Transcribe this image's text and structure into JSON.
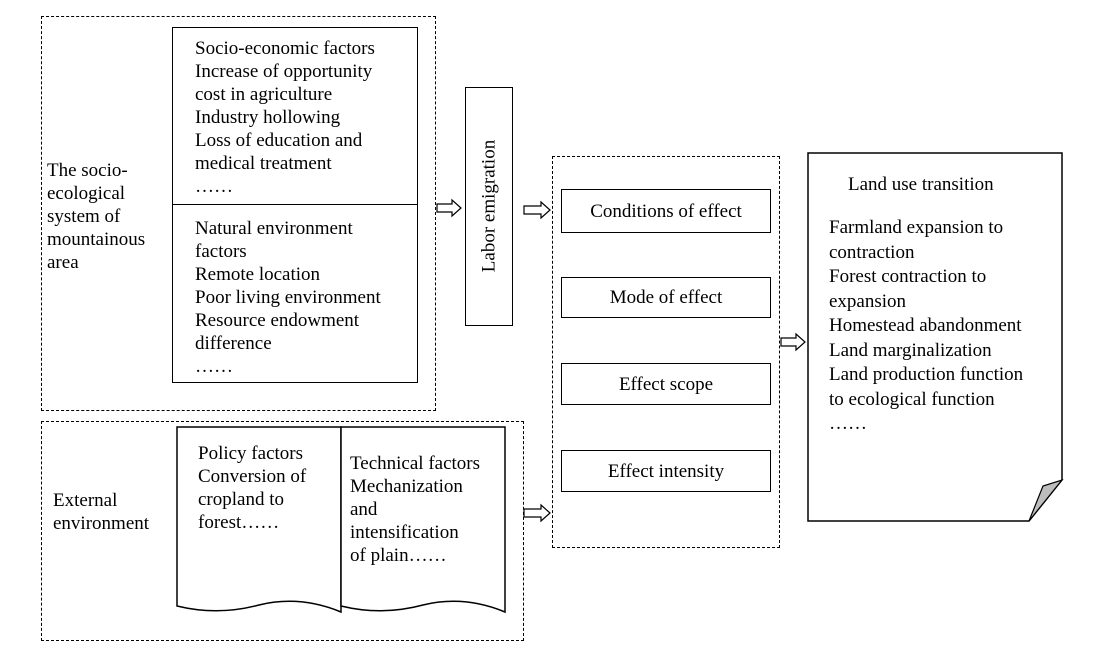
{
  "socio_ecological": {
    "label": [
      "The socio-",
      "ecological",
      "system of",
      "mountainous",
      "area"
    ],
    "socio_economic": [
      "Socio-economic factors",
      "Increase of opportunity",
      "cost in agriculture",
      "Industry hollowing",
      "Loss of education and",
      "medical treatment",
      "……"
    ],
    "natural_environment": [
      "Natural environment",
      "factors",
      "Remote location",
      "Poor living environment",
      "Resource endowment",
      "difference",
      "……"
    ]
  },
  "labor_emigration": "Labor emigration",
  "effects": [
    "Conditions of effect",
    "Mode of effect",
    "Effect scope",
    "Effect intensity"
  ],
  "external": {
    "label": [
      "External",
      "environment"
    ],
    "policy": [
      "Policy factors",
      "Conversion of",
      "cropland to",
      "forest……"
    ],
    "technical": [
      "Technical factors",
      "Mechanization",
      "and",
      "intensification",
      "of plain……"
    ]
  },
  "land_use": {
    "title": "Land use transition",
    "items": [
      "Farmland expansion to",
      "contraction",
      "Forest contraction to",
      "expansion",
      "Homestead abandonment",
      "Land marginalization",
      "Land production function",
      "to ecological function",
      "……"
    ]
  }
}
